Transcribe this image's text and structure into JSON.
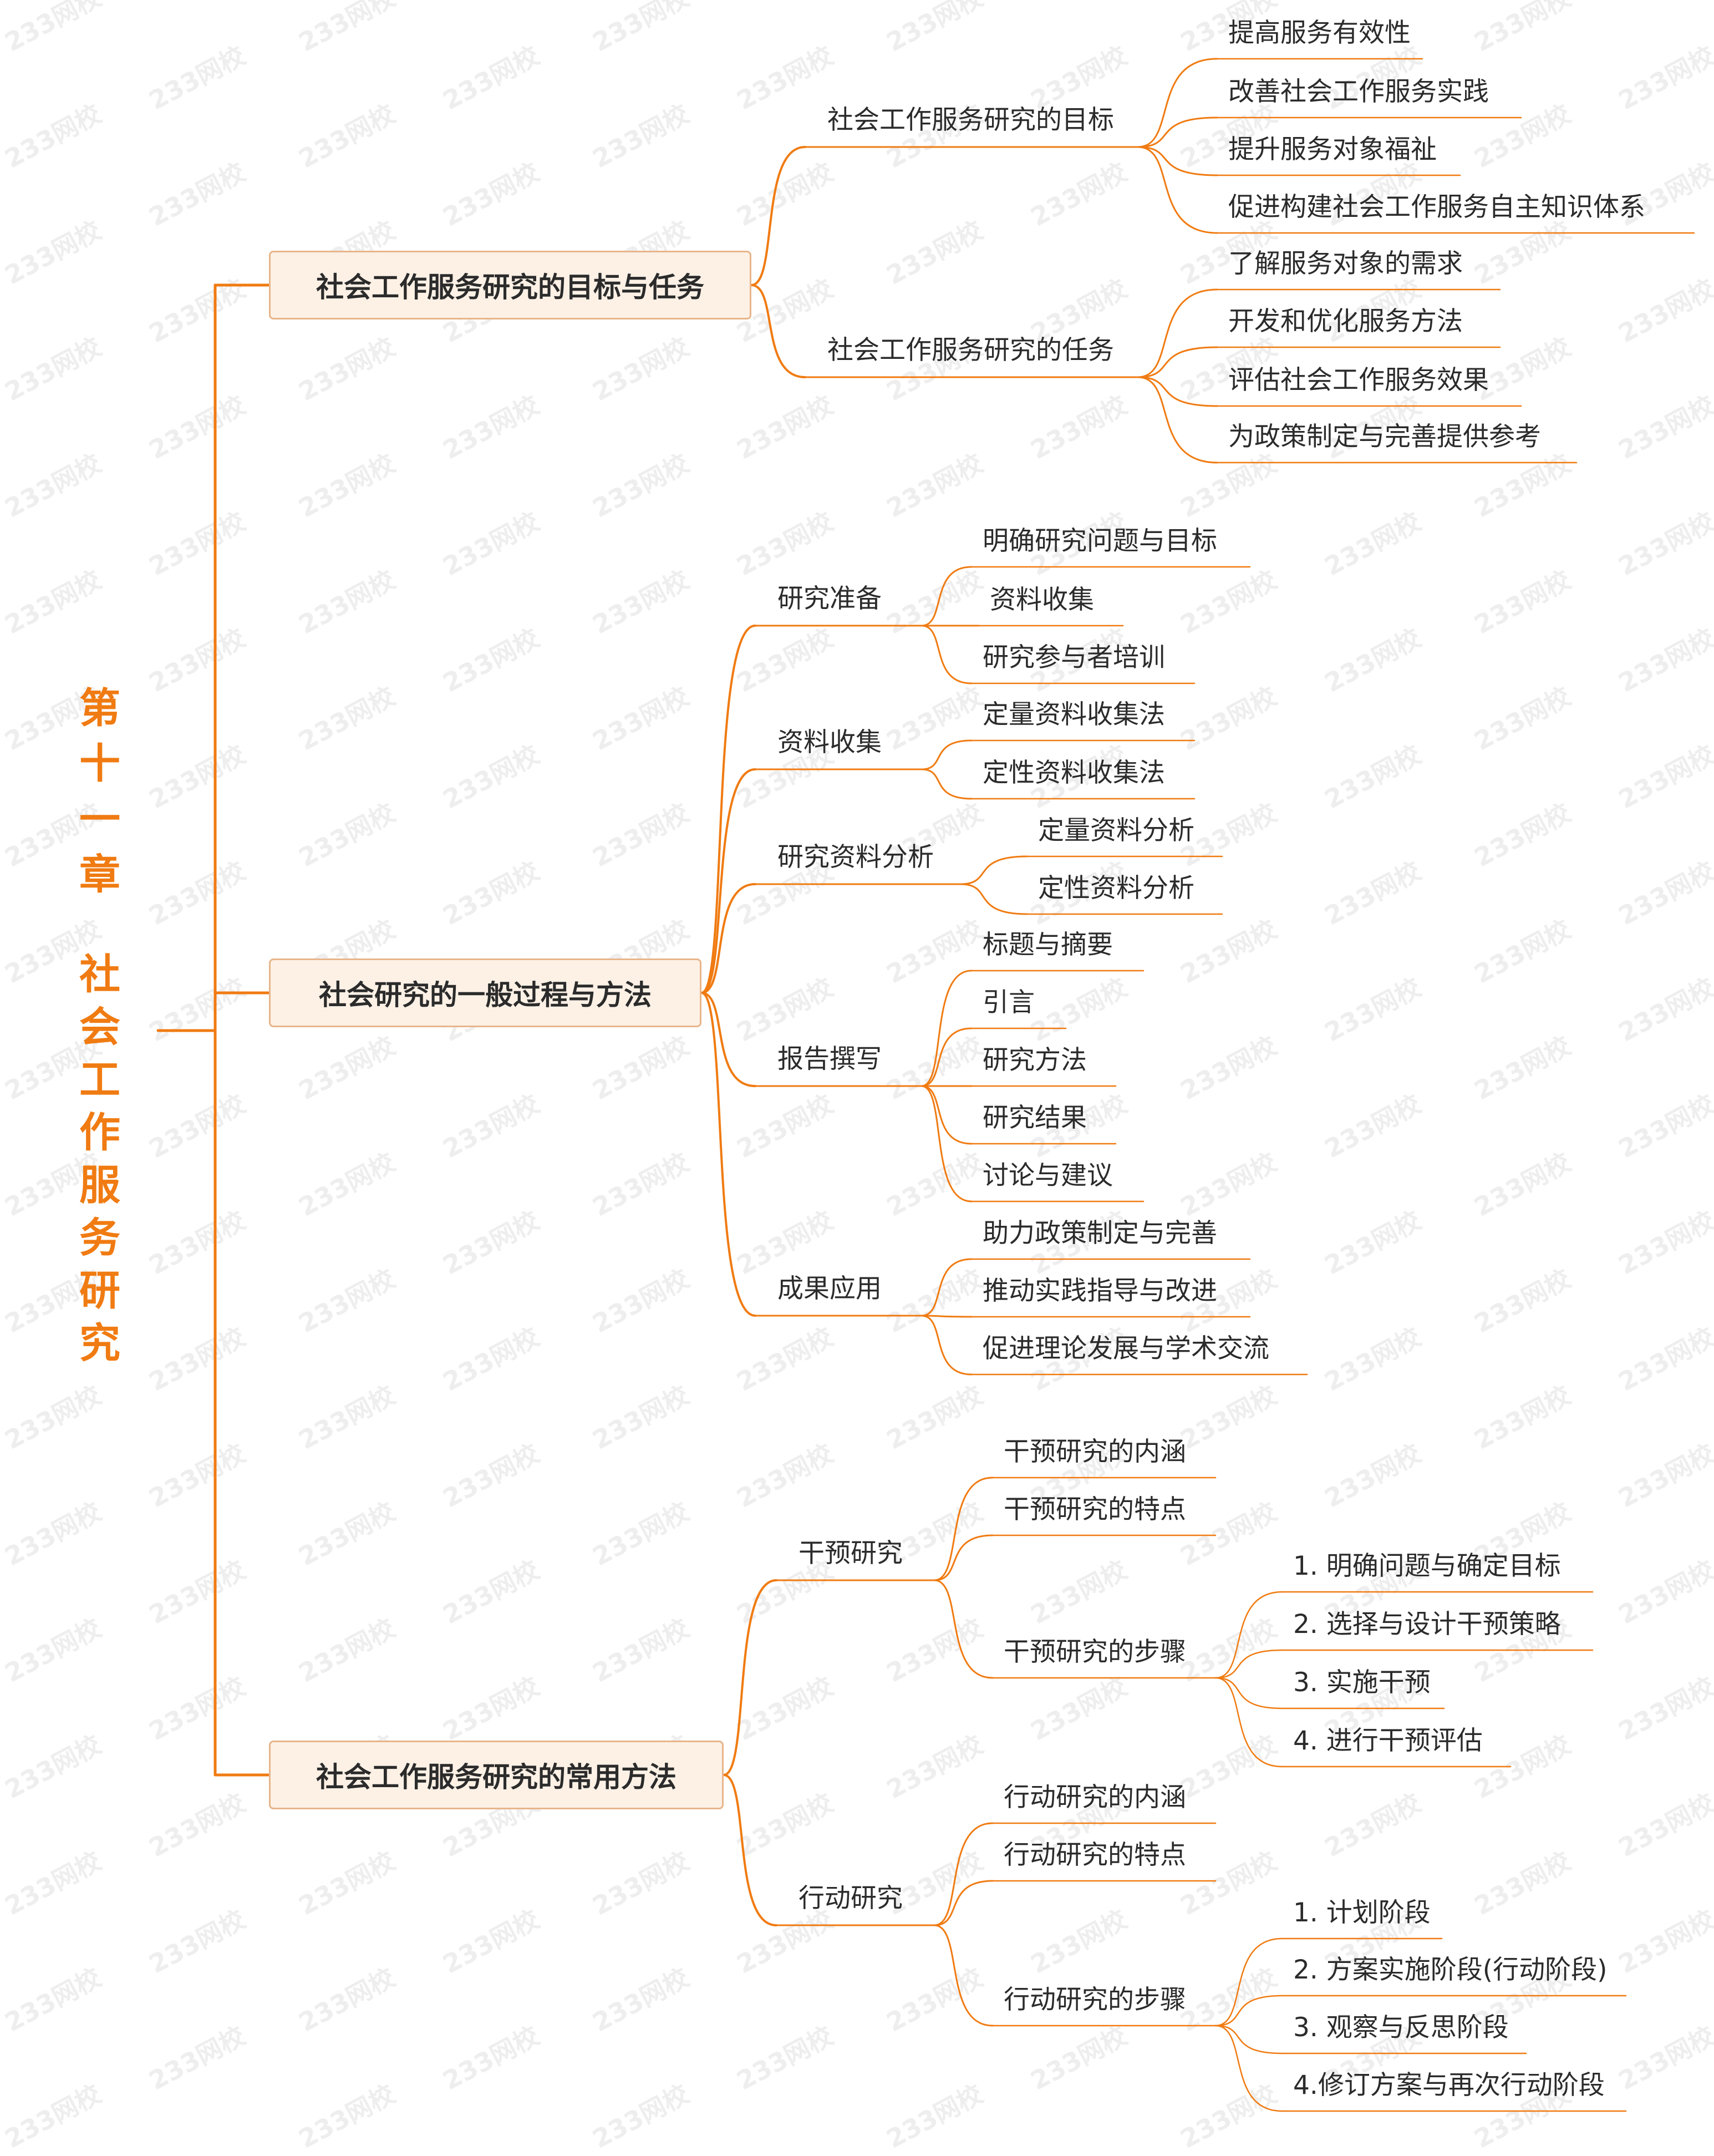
{
  "root": {
    "title_chars": [
      "第",
      "十",
      "一",
      "章",
      "社",
      "会",
      "工",
      "作",
      "服",
      "务",
      "研",
      "究"
    ],
    "color": "#f07b12"
  },
  "watermark": {
    "text": "233网校"
  },
  "colors": {
    "line": "#f07b12",
    "box_border": "#e8b58a",
    "box_fill": "#fdf1e6",
    "text": "#2b2b2b"
  },
  "branches": [
    {
      "label": "社会工作服务研究的目标与任务",
      "children": [
        {
          "label": "社会工作服务研究的目标",
          "children": [
            {
              "label": "提高服务有效性"
            },
            {
              "label": "改善社会工作服务实践"
            },
            {
              "label": "提升服务对象福祉"
            },
            {
              "label": "促进构建社会工作服务自主知识体系"
            }
          ]
        },
        {
          "label": "社会工作服务研究的任务",
          "children": [
            {
              "label": "了解服务对象的需求"
            },
            {
              "label": "开发和优化服务方法"
            },
            {
              "label": "评估社会工作服务效果"
            },
            {
              "label": "为政策制定与完善提供参考"
            }
          ]
        }
      ]
    },
    {
      "label": "社会研究的一般过程与方法",
      "children": [
        {
          "label": "研究准备",
          "children": [
            {
              "label": "明确研究问题与目标"
            },
            {
              "label": "资料收集"
            },
            {
              "label": "研究参与者培训"
            }
          ]
        },
        {
          "label": "资料收集",
          "children": [
            {
              "label": "定量资料收集法"
            },
            {
              "label": "定性资料收集法"
            }
          ]
        },
        {
          "label": "研究资料分析",
          "children": [
            {
              "label": "定量资料分析"
            },
            {
              "label": "定性资料分析"
            }
          ]
        },
        {
          "label": "报告撰写",
          "children": [
            {
              "label": "标题与摘要"
            },
            {
              "label": "引言"
            },
            {
              "label": "研究方法"
            },
            {
              "label": "研究结果"
            },
            {
              "label": "讨论与建议"
            }
          ]
        },
        {
          "label": "成果应用",
          "children": [
            {
              "label": "助力政策制定与完善"
            },
            {
              "label": "推动实践指导与改进"
            },
            {
              "label": "促进理论发展与学术交流"
            }
          ]
        }
      ]
    },
    {
      "label": "社会工作服务研究的常用方法",
      "children": [
        {
          "label": "干预研究",
          "children": [
            {
              "label": "干预研究的内涵"
            },
            {
              "label": "干预研究的特点"
            },
            {
              "label": "干预研究的步骤",
              "children": [
                {
                  "label": "1. 明确问题与确定目标"
                },
                {
                  "label": "2. 选择与设计干预策略"
                },
                {
                  "label": "3. 实施干预"
                },
                {
                  "label": "4. 进行干预评估"
                }
              ]
            }
          ]
        },
        {
          "label": "行动研究",
          "children": [
            {
              "label": "行动研究的内涵"
            },
            {
              "label": "行动研究的特点"
            },
            {
              "label": "行动研究的步骤",
              "children": [
                {
                  "label": "1. 计划阶段"
                },
                {
                  "label": "2. 方案实施阶段(行动阶段)"
                },
                {
                  "label": "3. 观察与反思阶段"
                },
                {
                  "label": "4.修订方案与再次行动阶段"
                }
              ]
            }
          ]
        }
      ]
    }
  ]
}
